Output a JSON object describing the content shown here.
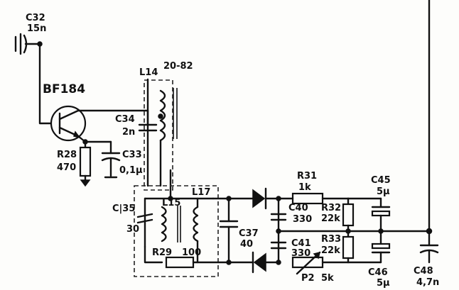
{
  "components": {
    "c32": {
      "ref": "C32",
      "value": "15n"
    },
    "transistor": {
      "type": "BF184"
    },
    "l14": {
      "ref": "L14",
      "part": "20-82"
    },
    "c34": {
      "ref": "C34",
      "value": "2n"
    },
    "c33": {
      "ref": "C33",
      "value": "0,1µ"
    },
    "r28": {
      "ref": "R28",
      "value": "470"
    },
    "c35": {
      "ref": "C|35",
      "value": "30"
    },
    "l15": {
      "ref": "L15"
    },
    "l17": {
      "ref": "L17"
    },
    "c37": {
      "ref": "C37",
      "value": "40"
    },
    "r29": {
      "ref": "R29",
      "value": "100"
    },
    "r31": {
      "ref": "R31",
      "value": "1k"
    },
    "c40": {
      "ref": "C40",
      "value": "330"
    },
    "c41": {
      "ref": "C41",
      "value": "330"
    },
    "r32": {
      "ref": "R32",
      "value": "22k"
    },
    "r33": {
      "ref": "R33",
      "value": "22k"
    },
    "p2": {
      "ref": "P2",
      "value": "5k"
    },
    "c45": {
      "ref": "C45",
      "value": "5µ"
    },
    "c46": {
      "ref": "C46",
      "value": "5µ"
    },
    "c48": {
      "ref": "C48",
      "value": "4,7n"
    }
  }
}
